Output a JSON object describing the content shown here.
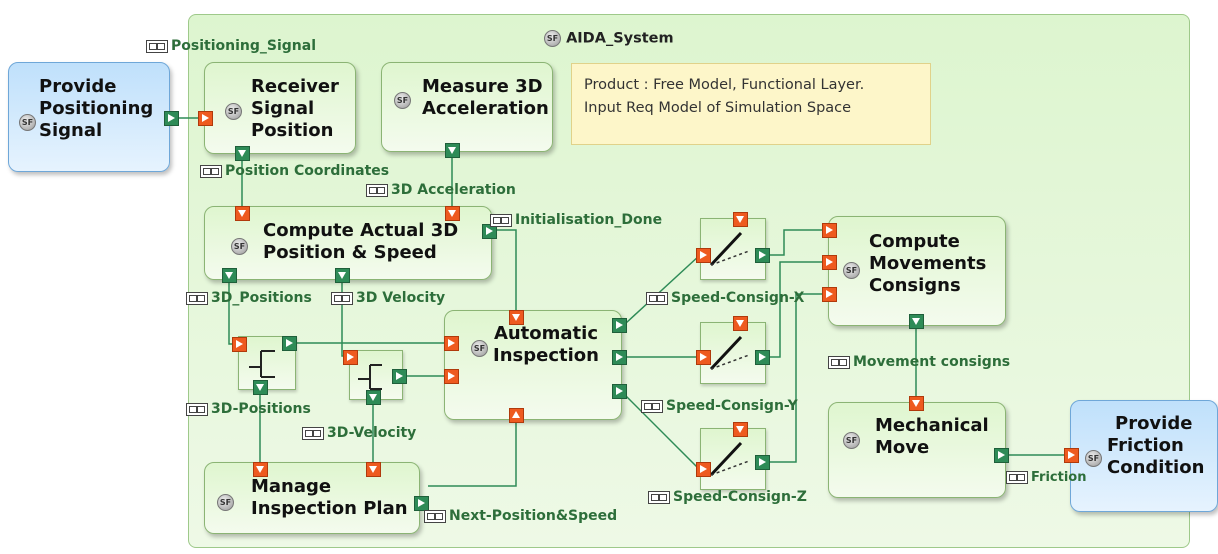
{
  "system": {
    "title": "AIDA_System"
  },
  "note": {
    "line1": "Product : Free Model, Functional Layer.",
    "line2": "Input Req Model of Simulation Space"
  },
  "external_functions": {
    "provide_positioning_signal": [
      "Provide",
      "Positioning",
      "Signal"
    ],
    "provide_friction_condition": [
      "Provide",
      "Friction",
      "Condition"
    ]
  },
  "functions": {
    "receiver_signal_position": [
      "Receiver",
      "Signal",
      "Position"
    ],
    "measure_3d_acceleration": [
      "Measure 3D",
      "Acceleration"
    ],
    "compute_actual_3d": [
      "Compute Actual 3D",
      "Position & Speed"
    ],
    "automatic_inspection": [
      "Automatic",
      "Inspection"
    ],
    "compute_movements_consigns": [
      "Compute",
      "Movements",
      "Consigns"
    ],
    "mechanical_move": [
      "Mechanical",
      "Move"
    ],
    "manage_inspection_plan": [
      "Manage",
      "Inspection Plan"
    ]
  },
  "exchanges": {
    "positioning_signal": "Positioning_Signal",
    "position_coordinates": "Position Coordinates",
    "acceleration_3d": "3D Acceleration",
    "initialisation_done": "Initialisation_Done",
    "positions_3d_upper": "3D_Positions",
    "velocity_3d_upper": "3D Velocity",
    "positions_3d_lower": "3D-Positions",
    "velocity_3d_lower": "3D-Velocity",
    "speed_consign_x": "Speed-Consign-X",
    "speed_consign_y": "Speed-Consign-Y",
    "speed_consign_z": "Speed-Consign-Z",
    "movement_consigns": "Movement consigns",
    "friction": "Friction",
    "next_position_speed": "Next-Position&Speed"
  },
  "icons": {
    "sf_badge": "SF",
    "exchange_icon": "functional-exchange-icon"
  },
  "colors": {
    "system_bg": "#e6f7da",
    "function_bg": "#e9f8de",
    "external_bg": "#cfe7fc",
    "input_port": "#ee5a1f",
    "output_port": "#2e8b57",
    "exchange_text": "#2d6e3a",
    "wire": "#2e8b57",
    "note_bg": "#fdf6c9"
  }
}
